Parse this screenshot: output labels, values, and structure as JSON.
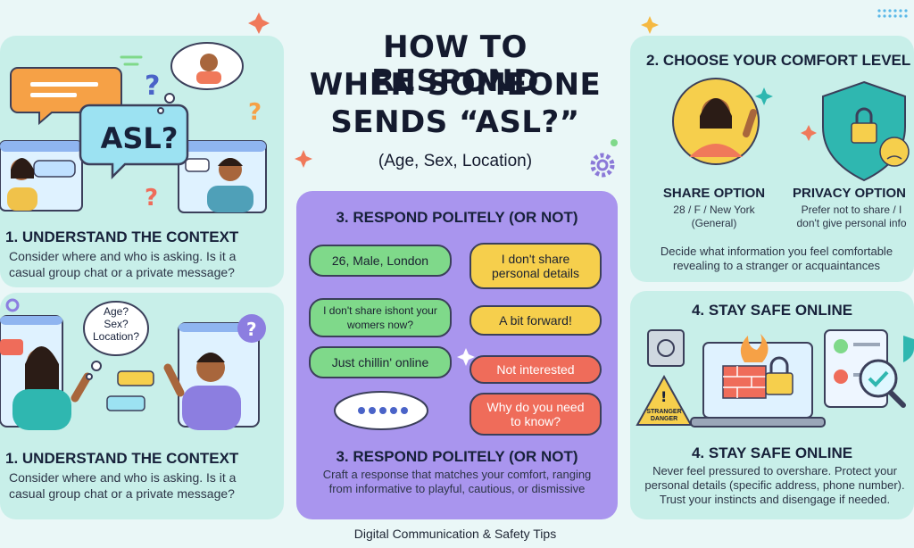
{
  "title": {
    "line1": "HOW TO RESPOND",
    "line2": "WHEN SOMEONE",
    "line3": "SENDS “ASL?”"
  },
  "subtitle": "(Age, Sex, Location)",
  "panels": {
    "context_top": {
      "heading": "1. UNDERSTAND THE CONTEXT",
      "text": "Consider where and who is asking. Is it a casual group chat or a private message?",
      "bubble_text": "ASL?"
    },
    "context_bottom": {
      "heading": "1. UNDERSTAND THE CONTEXT",
      "text": "Consider where and who is asking. Is it a casual group chat or a private message?",
      "cloud_text": "Age?\nSex?\nLocation?"
    },
    "respond": {
      "heading": "3. RESPOND POLITELY (OR NOT)",
      "bubbles": [
        {
          "text": "26, Male, London",
          "color": "green"
        },
        {
          "text": "I don't share personal details",
          "color": "yellow"
        },
        {
          "text": "I don't share ishont your womers now?",
          "color": "green"
        },
        {
          "text": "A bit forward!",
          "color": "yellow"
        },
        {
          "text": "Just chillin' online",
          "color": "green"
        },
        {
          "text": "Not interested",
          "color": "red"
        },
        {
          "text": "Why do you need to know?",
          "color": "red"
        }
      ],
      "heading2": "3. RESPOND POLITELY (OR NOT)",
      "text": "Craft a response that matches your comfort, ranging from informative to playful, cautious, or dismissive"
    },
    "comfort": {
      "heading": "2. CHOOSE YOUR COMFORT LEVEL",
      "share_label": "SHARE OPTION",
      "share_text": "28 / F / New York (General)",
      "privacy_label": "PRIVACY OPTION",
      "privacy_text": "Prefer not to share / I don't give personal info",
      "text": "Decide what information you feel comfortable revealing to a stranger or acquaintances"
    },
    "safe": {
      "heading": "4. STAY SAFE ONLINE",
      "sign_text": "STRANGER DANGER",
      "heading2": "4. STAY SAFE ONLINE",
      "text": "Never feel pressured to overshare. Protect your personal details (specific address, phone number). Trust your instincts and disengage if needed."
    }
  },
  "footer": "Digital Communication & Safety Tips",
  "colors": {
    "mint": "#c8efe9",
    "purple": "#a995ee",
    "green": "#7fd98a",
    "yellow": "#f6cf4c",
    "red": "#ef6c5a",
    "ink": "#17213a"
  }
}
